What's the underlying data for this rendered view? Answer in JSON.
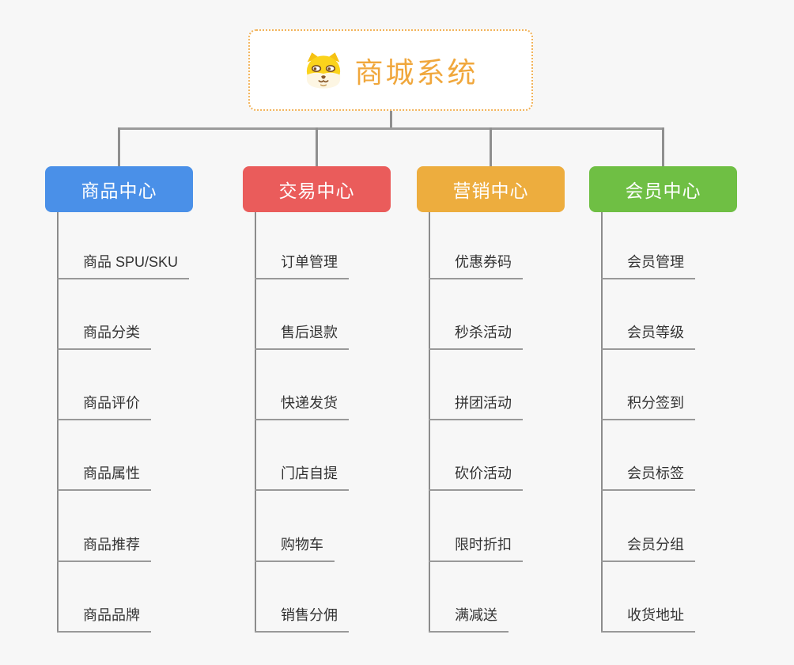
{
  "page": {
    "background_color": "#f7f7f7",
    "connector_color": "#8f8f8f",
    "underline_color": "#999999"
  },
  "root": {
    "title": "商城系统",
    "icon": "dog-face-icon",
    "text_color": "#f0a73c",
    "border_color": "#f2b35a"
  },
  "branches": [
    {
      "label": "商品中心",
      "color": "#4a90e8",
      "children": [
        "商品 SPU/SKU",
        "商品分类",
        "商品评价",
        "商品属性",
        "商品推荐",
        "商品品牌"
      ]
    },
    {
      "label": "交易中心",
      "color": "#ea5c5b",
      "children": [
        "订单管理",
        "售后退款",
        "快递发货",
        "门店自提",
        "购物车",
        "销售分佣"
      ]
    },
    {
      "label": "营销中心",
      "color": "#edad3e",
      "children": [
        "优惠券码",
        "秒杀活动",
        "拼团活动",
        "砍价活动",
        "限时折扣",
        "满减送"
      ]
    },
    {
      "label": "会员中心",
      "color": "#6fbf44",
      "children": [
        "会员管理",
        "会员等级",
        "积分签到",
        "会员标签",
        "会员分组",
        "收货地址"
      ]
    }
  ]
}
